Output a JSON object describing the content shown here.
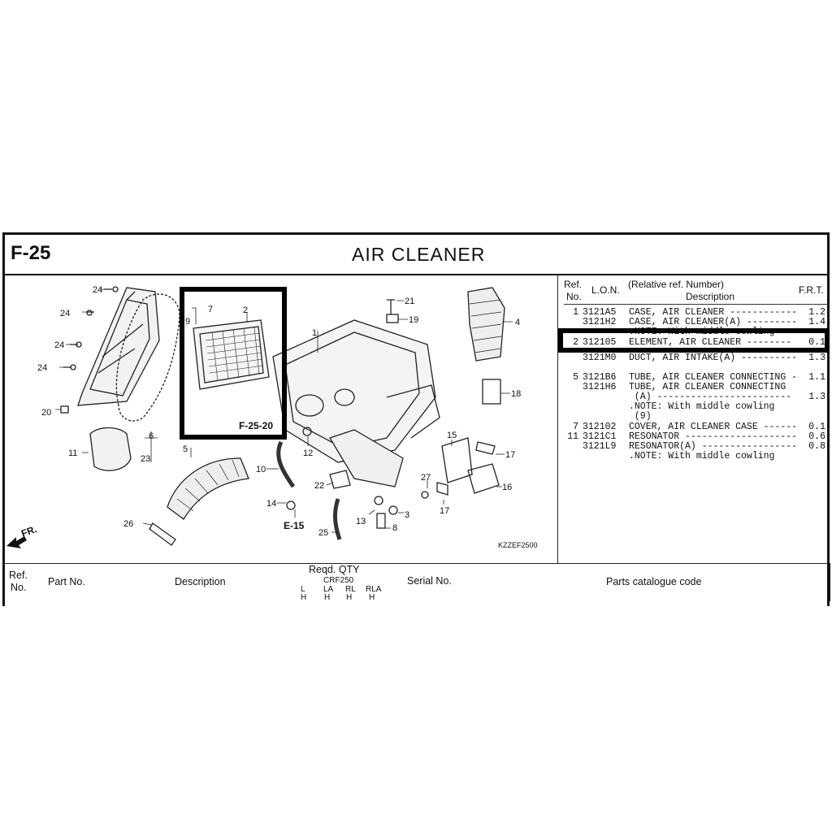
{
  "header": {
    "code": "F-25",
    "title": "AIR  CLEANER"
  },
  "parts_header": {
    "ref": "Ref.",
    "no": "No.",
    "lon": "L.O.N.",
    "rel": "(Relative ref. Number)",
    "desc": "Description",
    "frt": "F.R.T."
  },
  "parts": [
    {
      "ref": "1",
      "lon": "3121A5",
      "desc": "CASE, AIR CLEANER ------------",
      "frt": "1.2"
    },
    {
      "ref": "",
      "lon": "3121H2",
      "desc": "CASE, AIR CLEANER(A) ---------",
      "frt": "1.4"
    },
    {
      "ref": "",
      "lon": "",
      "desc": ".NOTE: With middle cowling",
      "frt": ""
    },
    {
      "ref": "2",
      "lon": "312105",
      "desc": "ELEMENT, AIR CLEANER --------",
      "frt": "0.1"
    },
    {
      "ref": "",
      "lon": "3121M0",
      "desc": "DUCT, AIR INTAKE(A) ----------",
      "frt": "1.3"
    },
    {
      "ref": "5",
      "lon": "3121B6",
      "desc": "TUBE, AIR CLEANER CONNECTING -",
      "frt": "1.1"
    },
    {
      "ref": "",
      "lon": "3121H6",
      "desc": "TUBE, AIR CLEANER CONNECTING",
      "frt": ""
    },
    {
      "ref": "",
      "lon": "",
      "desc": " (A) ------------------------",
      "frt": "1.3"
    },
    {
      "ref": "",
      "lon": "",
      "desc": ".NOTE: With middle cowling",
      "frt": ""
    },
    {
      "ref": "",
      "lon": "",
      "desc": " (9)",
      "frt": ""
    },
    {
      "ref": "7",
      "lon": "312102",
      "desc": "COVER, AIR CLEANER CASE ------",
      "frt": "0.1"
    },
    {
      "ref": "11",
      "lon": "3121C1",
      "desc": "RESONATOR --------------------",
      "frt": "0.6"
    },
    {
      "ref": "",
      "lon": "3121L9",
      "desc": "RESONATOR(A) -----------------",
      "frt": "0.8"
    },
    {
      "ref": "",
      "lon": "",
      "desc": ".NOTE: With middle cowling",
      "frt": ""
    }
  ],
  "diagram": {
    "callouts": [
      "24",
      "24",
      "24",
      "24",
      "20",
      "7",
      "9",
      "2",
      "F-25-20",
      "1",
      "21",
      "19",
      "4",
      "18",
      "11",
      "6",
      "23",
      "5",
      "26",
      "12",
      "10",
      "14",
      "E-15",
      "22",
      "13",
      "3",
      "25",
      "8",
      "27",
      "15",
      "17",
      "16",
      "17",
      "FR.",
      "KZZEF2500"
    ]
  },
  "footer": {
    "ref": "Ref.",
    "no": "No.",
    "part_no": "Part No.",
    "description": "Description",
    "reqd": "Reqd.  QTY",
    "model": "CRF250",
    "cols": [
      "L",
      "LA",
      "RL",
      "RLA"
    ],
    "vals": [
      "H",
      "H",
      "H",
      "H"
    ],
    "serial": "Serial  No.",
    "catalogue": "Parts catalogue code"
  }
}
